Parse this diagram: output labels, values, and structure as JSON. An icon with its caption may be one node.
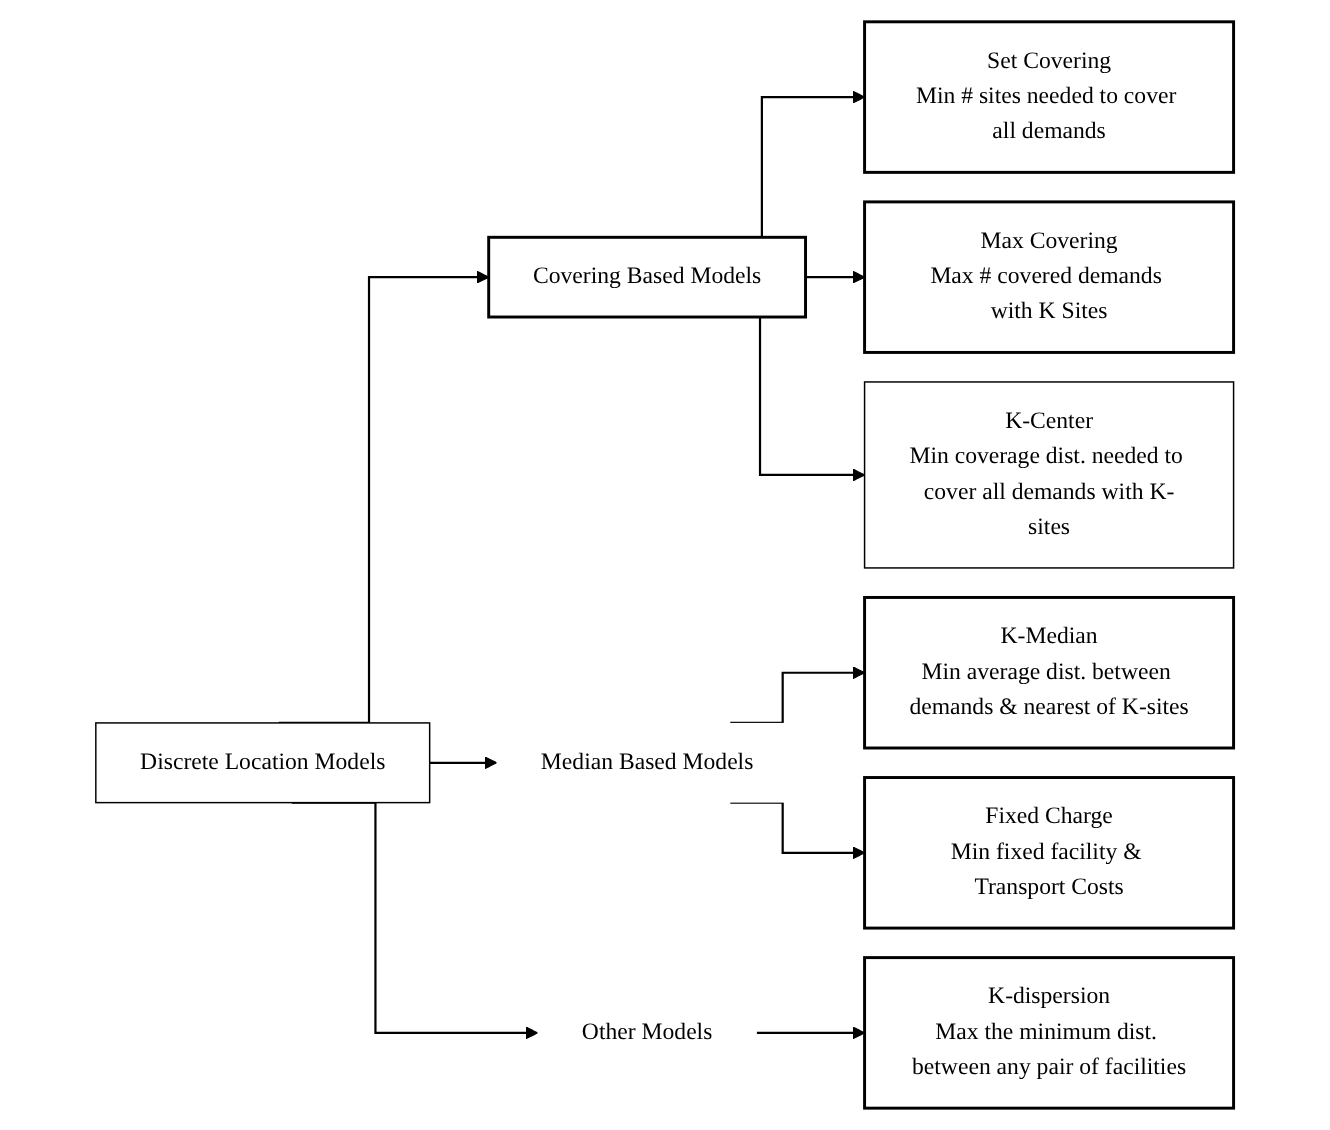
{
  "diagram": {
    "nodes": [
      {
        "text": [
          "Discrete Location Models"
        ]
      },
      {
        "text": [
          "Covering Based Models"
        ]
      },
      {
        "text": [
          "Median Based Models"
        ]
      },
      {
        "text": [
          "Other Models"
        ]
      },
      {
        "text": [
          "Set Covering",
          "Min # sites needed to cover all demands"
        ]
      },
      {
        "text": [
          "Max Covering",
          "Max # covered demands with K Sites"
        ]
      },
      {
        "text": [
          "K-Center",
          "Min coverage dist. needed to cover all demands with K-sites"
        ]
      },
      {
        "text": [
          "K-Median",
          "Min average dist. between demands & nearest of K-sites"
        ]
      },
      {
        "text": [
          "Fixed Charge",
          "Min fixed facility & Transport Costs"
        ]
      },
      {
        "text": [
          "K-dispersion",
          "Max the minimum dist. between any pair of facilities"
        ]
      }
    ],
    "edges": [
      {
        "from": 0,
        "to": 1,
        "arrow": "to"
      },
      {
        "from": 0,
        "to": 2,
        "arrow": "to"
      },
      {
        "from": 0,
        "to": 3,
        "arrow": "to"
      },
      {
        "from": 1,
        "to": 4,
        "arrow": "to"
      },
      {
        "from": 1,
        "to": 5,
        "arrow": "to"
      },
      {
        "from": 1,
        "to": 6,
        "arrow": "to"
      },
      {
        "from": 2,
        "to": 7,
        "arrow": "to"
      },
      {
        "from": 2,
        "to": 8,
        "arrow": "to"
      },
      {
        "from": 3,
        "to": 9,
        "arrow": "to"
      }
    ]
  }
}
